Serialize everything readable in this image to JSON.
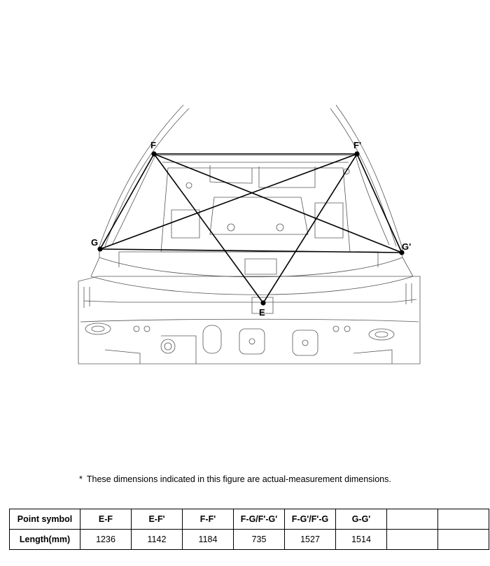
{
  "figure": {
    "points": [
      {
        "id": "F",
        "label": "F"
      },
      {
        "id": "Fp",
        "label": "F'"
      },
      {
        "id": "G",
        "label": "G"
      },
      {
        "id": "Gp",
        "label": "G'"
      },
      {
        "id": "E",
        "label": "E"
      }
    ],
    "line_color": "#000000",
    "drawing_color": "#555555"
  },
  "note": {
    "marker": "*",
    "text": "These dimensions indicated in this figure are actual-measurement dimensions."
  },
  "table": {
    "header_label": "Point symbol",
    "row_label": "Length(mm)",
    "columns": [
      "E-F",
      "E-F'",
      "F-F'",
      "F-G/F'-G'",
      "F-G'/F'-G",
      "G-G'",
      "",
      ""
    ],
    "values": [
      "1236",
      "1142",
      "1184",
      "735",
      "1527",
      "1514",
      "",
      ""
    ]
  }
}
